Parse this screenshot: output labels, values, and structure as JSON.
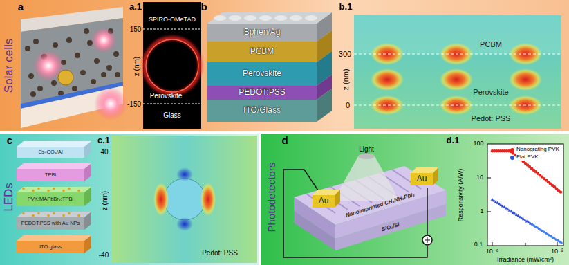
{
  "diagram": {
    "nodes": [
      {
        "text": [
          "Solar cells"
        ]
      },
      {
        "text": [
          "Bphen/Ag"
        ],
        "in": 0
      },
      {
        "text": [
          "PCBM"
        ],
        "in": 0
      },
      {
        "text": [
          "Perovskite"
        ],
        "in": 0
      },
      {
        "text": [
          "PEDOT:PSS"
        ],
        "in": 0
      },
      {
        "text": [
          "ITO/Glass"
        ],
        "in": 0
      },
      {
        "text": [
          "LEDs"
        ]
      },
      {
        "text": [
          "Cs₂CO₃/Al"
        ],
        "in": 6
      },
      {
        "text": [
          "TPBi"
        ],
        "in": 6
      },
      {
        "text": [
          "PVK:MAPbBr₃:TPBi"
        ],
        "in": 6
      },
      {
        "text": [
          "PEDOT:PSS with Au NPs"
        ],
        "in": 6
      },
      {
        "text": [
          "ITO glass"
        ],
        "in": 6
      },
      {
        "text": [
          "Photodetectors"
        ]
      },
      {
        "text": [
          "Au"
        ],
        "in": 12
      },
      {
        "text": [
          "Au"
        ],
        "in": 12
      }
    ],
    "labels": [
      "a",
      "a.1",
      "SPIRO-OMeTAD",
      "150",
      "z (nm)",
      "Perovskite",
      "-150",
      "Glass",
      "b",
      "b.1",
      "300",
      "z (nm)",
      "0",
      "PCBM",
      "Perovskite",
      "Pedot: PSS",
      "c",
      "c.1",
      "40",
      "z (nm)",
      "-40",
      "Pedot: PSS",
      "d",
      "Light",
      "Nanoimprinted CH₃NH₃PbI₃",
      "SiO₂/Si",
      "d.1",
      "Responsivity (A/W)",
      "100",
      "10",
      "1",
      "0.1",
      "10⁻⁶",
      "10⁻²",
      "Irradiance (mW/cm²)"
    ],
    "legend": [
      {
        "text": "Nanograting PVK",
        "color": "#e8231e"
      },
      {
        "text": "Flat PVK",
        "color": "#2f4ed6"
      }
    ]
  }
}
